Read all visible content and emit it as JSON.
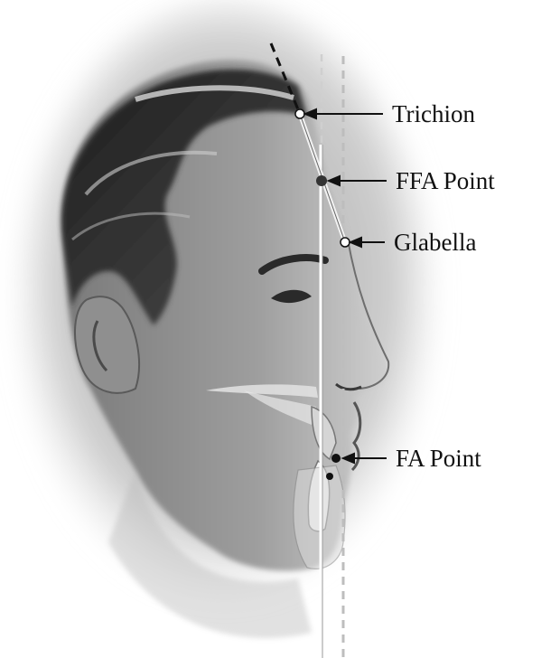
{
  "figure": {
    "background": "#ffffff",
    "ink_color": "#111111",
    "skin_tone": "#9c9c9c",
    "hair_tone": "#2b2b2b",
    "landmarks": [
      {
        "id": "trichion",
        "label": "Trichion",
        "marker": "open-circle"
      },
      {
        "id": "ffa-point",
        "label": "FFA Point",
        "marker": "filled-circle"
      },
      {
        "id": "glabella",
        "label": "Glabella",
        "marker": "open-circle"
      },
      {
        "id": "fa-point",
        "label": "FA Point",
        "marker": "filled-circle"
      }
    ],
    "reference_lines": [
      {
        "id": "forehead-line",
        "style": "solid with dashed extension"
      },
      {
        "id": "vertical-line",
        "style": "solid"
      },
      {
        "id": "goal-anterior-limit-line",
        "style": "dashed"
      }
    ]
  }
}
